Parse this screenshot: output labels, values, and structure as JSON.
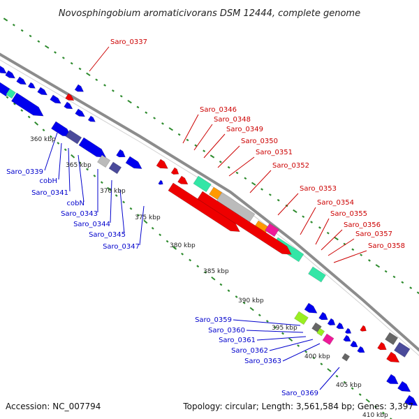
{
  "title": "Novosphingobium aromaticivorans DSM 12444, complete genome",
  "accession": "Accession: NC_007794",
  "summary": "Topology: circular; Length: 3,561,584 bp; Genes: 3,397",
  "colors": {
    "backbone": "#8c8c8c",
    "tick": "#2e8b2e",
    "reverse_label": "#0000cc",
    "forward_label": "#cc0000",
    "blue": "#0000ee",
    "red": "#ee0000",
    "teal": "#33e6a6",
    "orange": "#ff9900",
    "lightgray": "#bbbbbb",
    "slate": "#4a4a9a",
    "magenta": "#ee1a99",
    "lime": "#99ee22",
    "darkgray": "#666666"
  },
  "kbp_labels": [
    {
      "value": 360,
      "text": "360 kbp"
    },
    {
      "value": 365,
      "text": "365 kbp"
    },
    {
      "value": 370,
      "text": "370 kbp"
    },
    {
      "value": 375,
      "text": "375 kbp"
    },
    {
      "value": 380,
      "text": "380 kbp"
    },
    {
      "value": 385,
      "text": "385 kbp"
    },
    {
      "value": 390,
      "text": "390 kbp"
    },
    {
      "value": 395,
      "text": "395 kbp"
    },
    {
      "value": 400,
      "text": "400 kbp"
    },
    {
      "value": 405,
      "text": "405 kbp"
    },
    {
      "value": 410,
      "text": "410 kbp"
    }
  ],
  "forward_labels": [
    "Saro_0337",
    "Saro_0346",
    "Saro_0348",
    "Saro_0349",
    "Saro_0350",
    "Saro_0351",
    "Saro_0352",
    "Saro_0353",
    "Saro_0354",
    "Saro_0355",
    "Saro_0356",
    "Saro_0357",
    "Saro_0358"
  ],
  "reverse_labels": [
    "Saro_0339",
    "cobH",
    "Saro_0341",
    "cobN",
    "Saro_0343",
    "Saro_0344",
    "Saro_0345",
    "Saro_0347",
    "Saro_0359",
    "Saro_0360",
    "Saro_0361",
    "Saro_0362",
    "Saro_0363",
    "Saro_0369"
  ]
}
